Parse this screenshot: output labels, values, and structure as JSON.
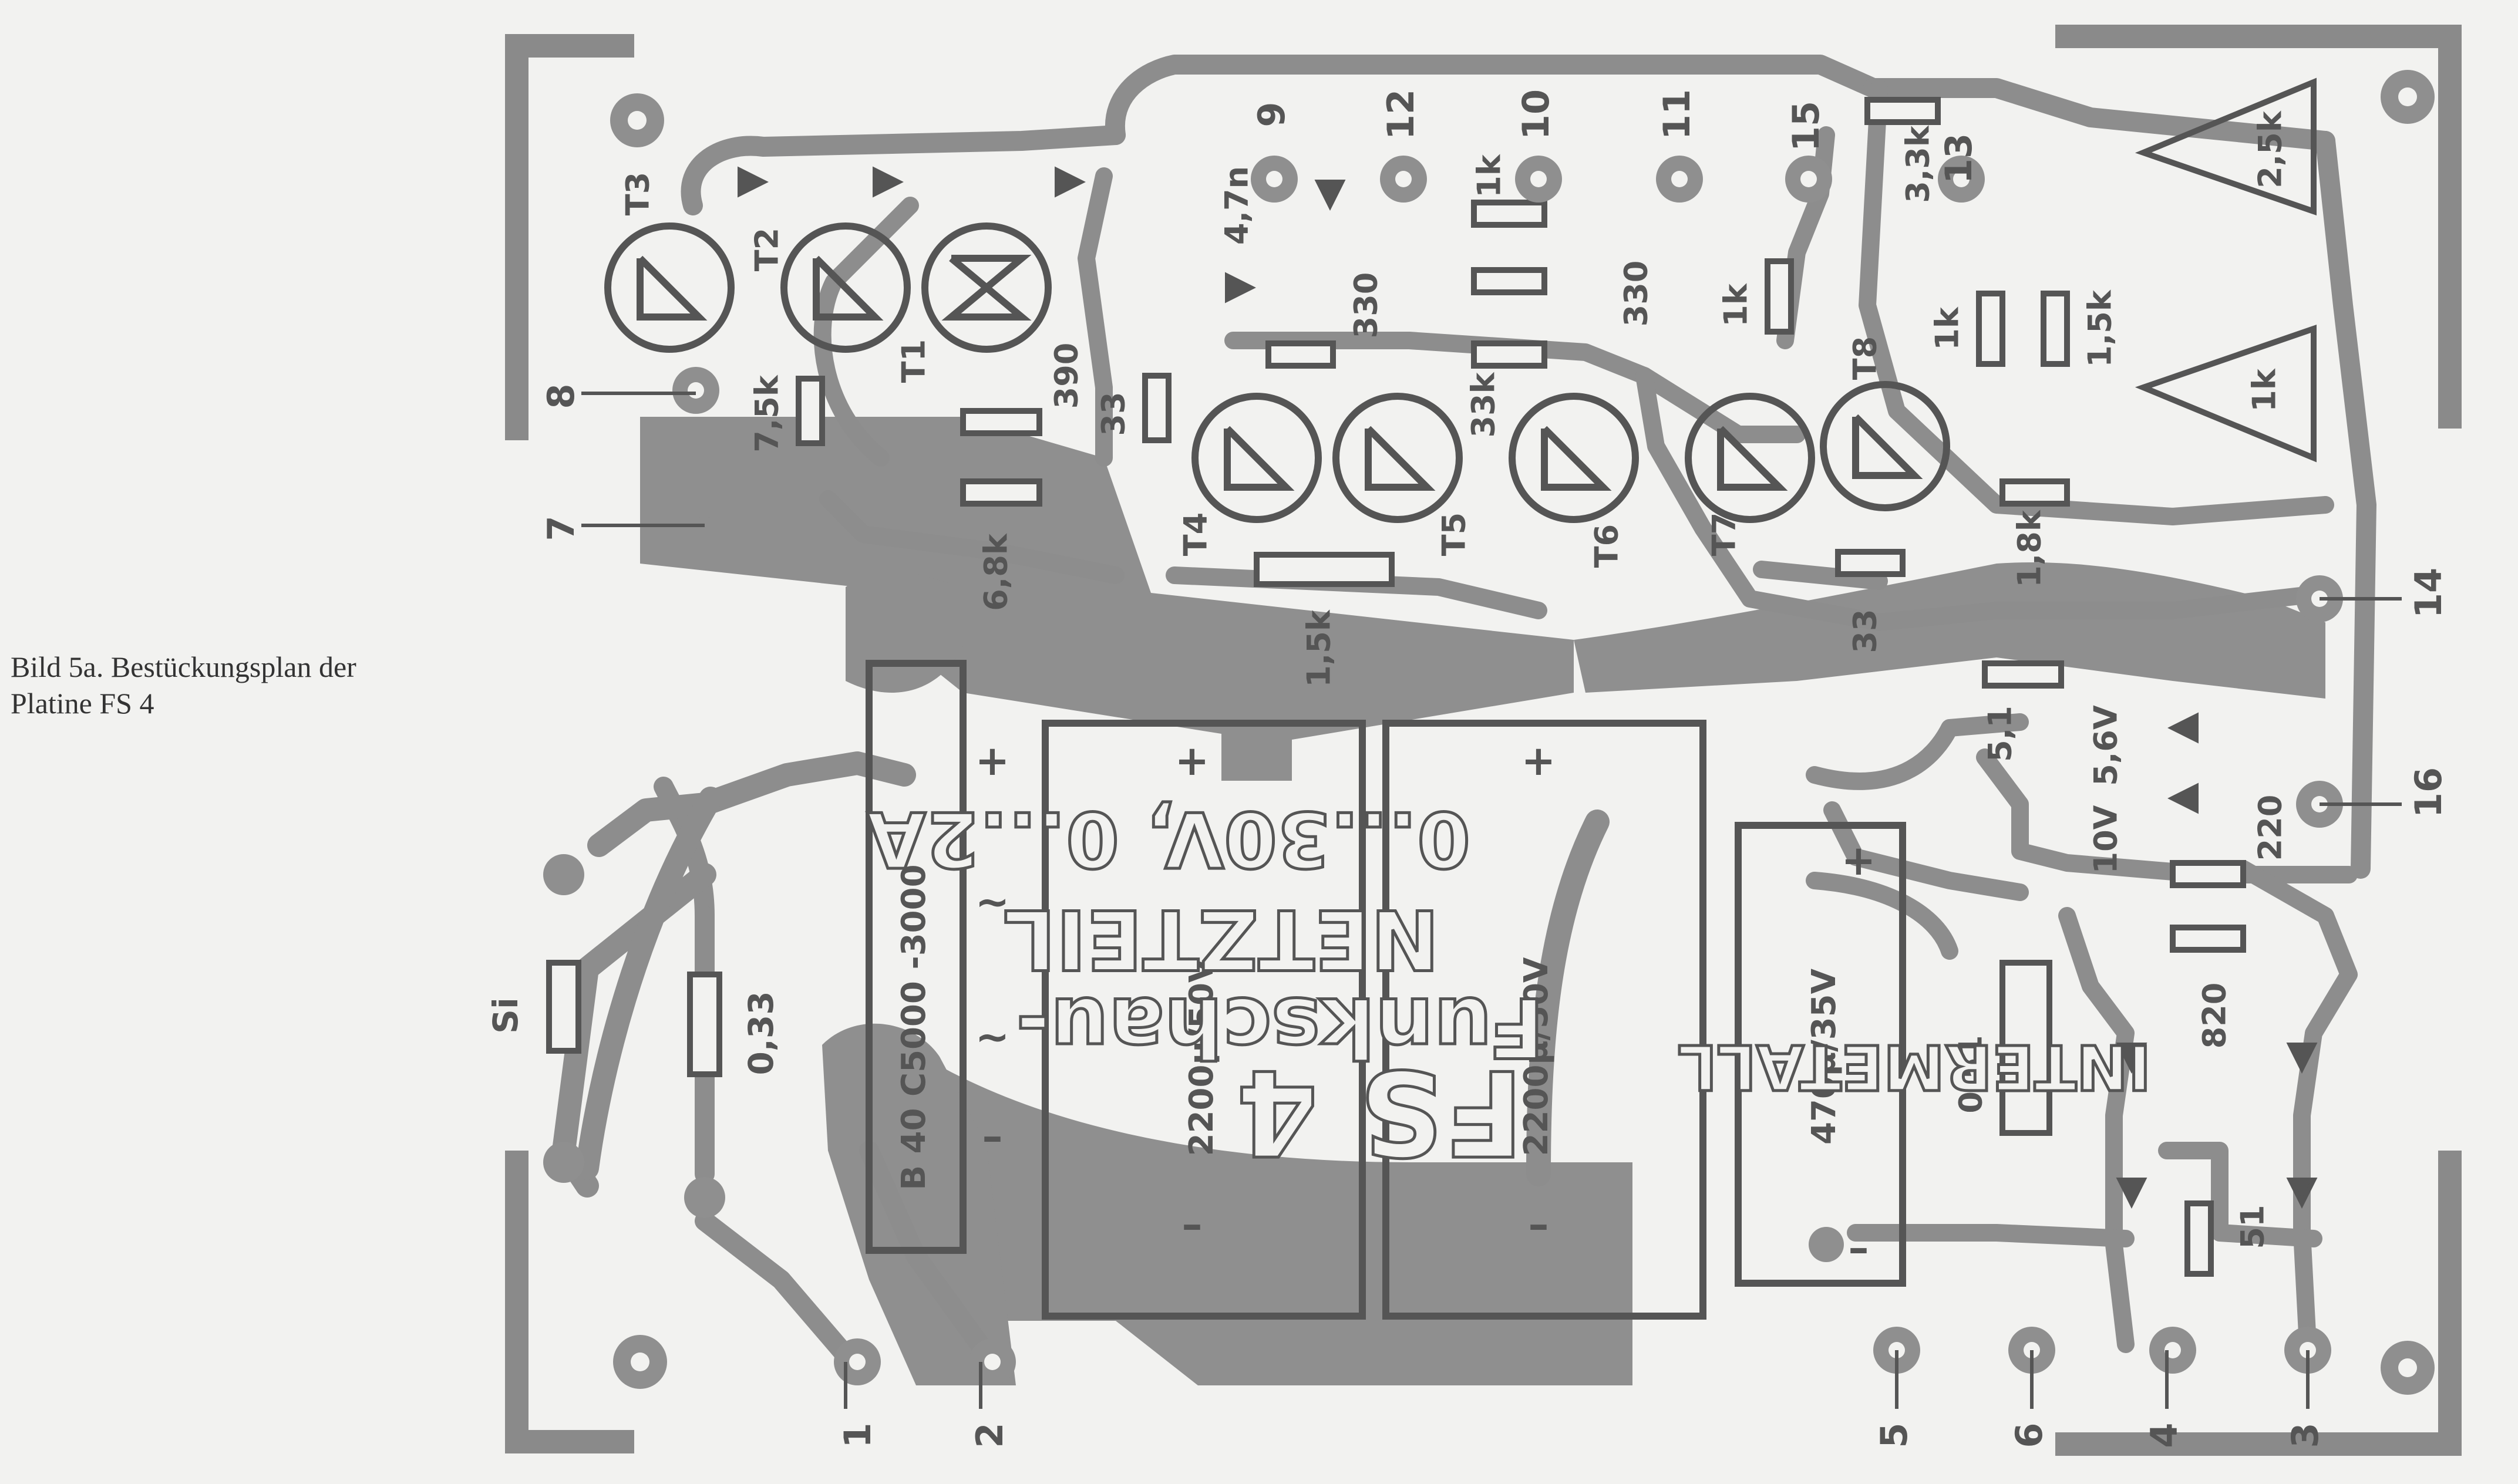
{
  "caption": {
    "line1": "Bild 5a. Bestückungsplan der",
    "line2": "Platine FS 4"
  },
  "terminals": {
    "t1": "1",
    "t2": "2",
    "t3": "3",
    "t4": "4",
    "t5": "5",
    "t6": "6",
    "t7": "7",
    "t8": "8",
    "t9": "9",
    "t10": "10",
    "t11": "11",
    "t12": "12",
    "t13": "13",
    "t14": "14",
    "t15": "15",
    "t16": "16"
  },
  "transistors": {
    "T1": "T1",
    "T2": "T2",
    "T3": "T3",
    "T4": "T4",
    "T5": "T5",
    "T6": "T6",
    "T7": "T7",
    "T8": "T8"
  },
  "values": {
    "r_7k5": "7,5k",
    "r_390": "390",
    "r_33a": "33",
    "r_6k8": "6,8k",
    "c_4n7": "4,7n",
    "r_330a": "330",
    "r_1k_top": "1k",
    "r_330b": "330",
    "r_33k": "33k",
    "r_1k_mid": "1k",
    "r_3k3": "3,3k",
    "r_1k_t8": "1k",
    "r_1k5_right": "1,5k",
    "pot_2k5": "2,5k",
    "pot_1k": "1k",
    "r_1k5_low": "1,5k",
    "r_1k8": "1,8k",
    "r_33b": "33",
    "r_5k1": "5,1",
    "z_5v6": "5,6V",
    "z_10v": "10V",
    "r_220": "220",
    "r_820": "820",
    "r_0_51": "0,51",
    "r_51": "51",
    "r_0_33": "0,33",
    "fuse": "Si",
    "bridge": "B 40 C5000 -3000",
    "cap1": "2200µ/50V",
    "cap2": "2200µ/50V",
    "cap3": "470µ/35V",
    "plus": "+",
    "minus": "–",
    "ac": "~"
  },
  "silkscreen": {
    "brand": "Funkschau-",
    "product": "NETZTEIL",
    "spec": "0...30V, 0...2A",
    "model": "FS 4",
    "maker": "INTERMETALL"
  }
}
